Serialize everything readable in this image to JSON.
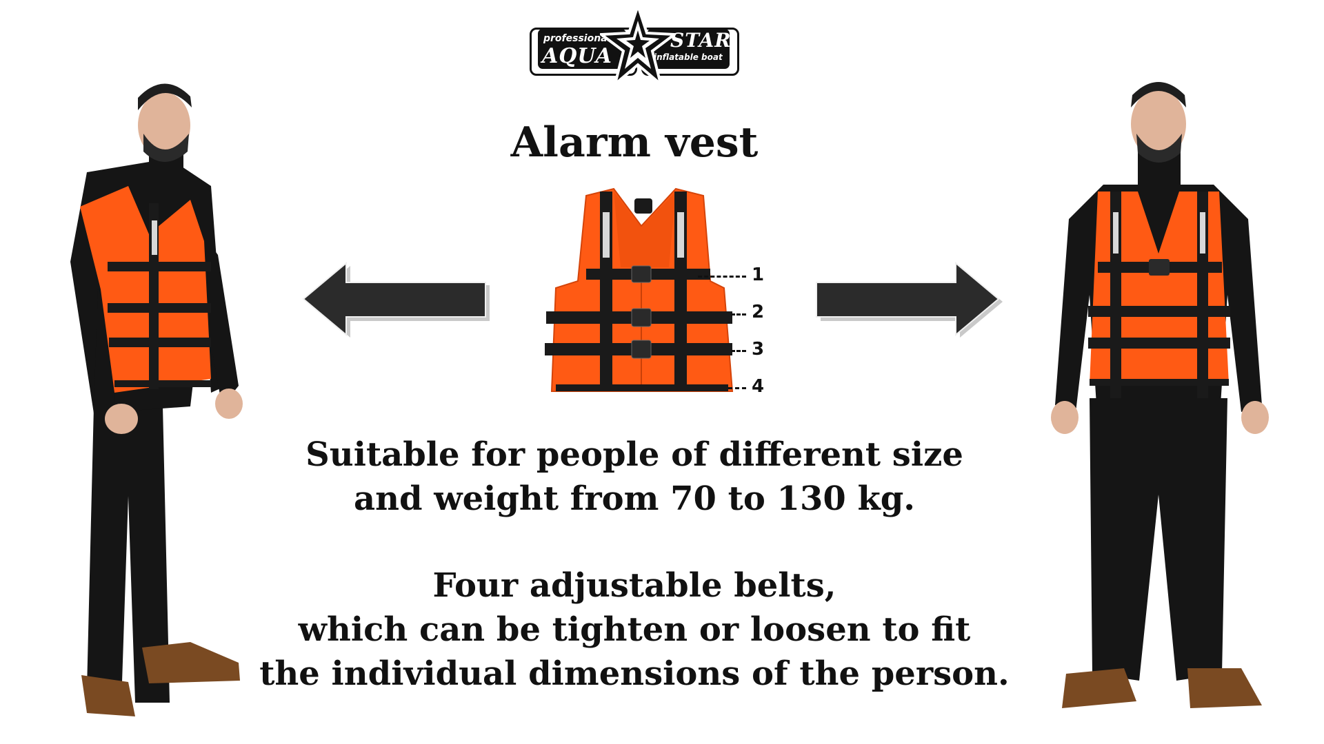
{
  "logo": {
    "word_professional": "professional",
    "word_aqua": "AQUA",
    "word_star": "STAR",
    "word_tagline": "inflatable boat"
  },
  "title": "Alarm vest",
  "strap_labels": [
    "1",
    "2",
    "3",
    "4"
  ],
  "caption_1": {
    "line_1": "Suitable for people of different size",
    "line_2": "and weight from 70 to 130 kg."
  },
  "caption_2": {
    "line_1": "Four adjustable belts,",
    "line_2": "which can be tighten or loosen to fit",
    "line_3": "the individual dimensions of the person."
  },
  "colors": {
    "vest_orange": "#ff5a14",
    "strap_black": "#1a1a1a",
    "arrow_fill": "#2b2b2b",
    "reflective": "#d8d8d8",
    "boots": "#7a4a22",
    "skin": "#e0b49a"
  },
  "icons": [
    "star-logo-icon",
    "arrow-left-icon",
    "arrow-right-icon"
  ]
}
